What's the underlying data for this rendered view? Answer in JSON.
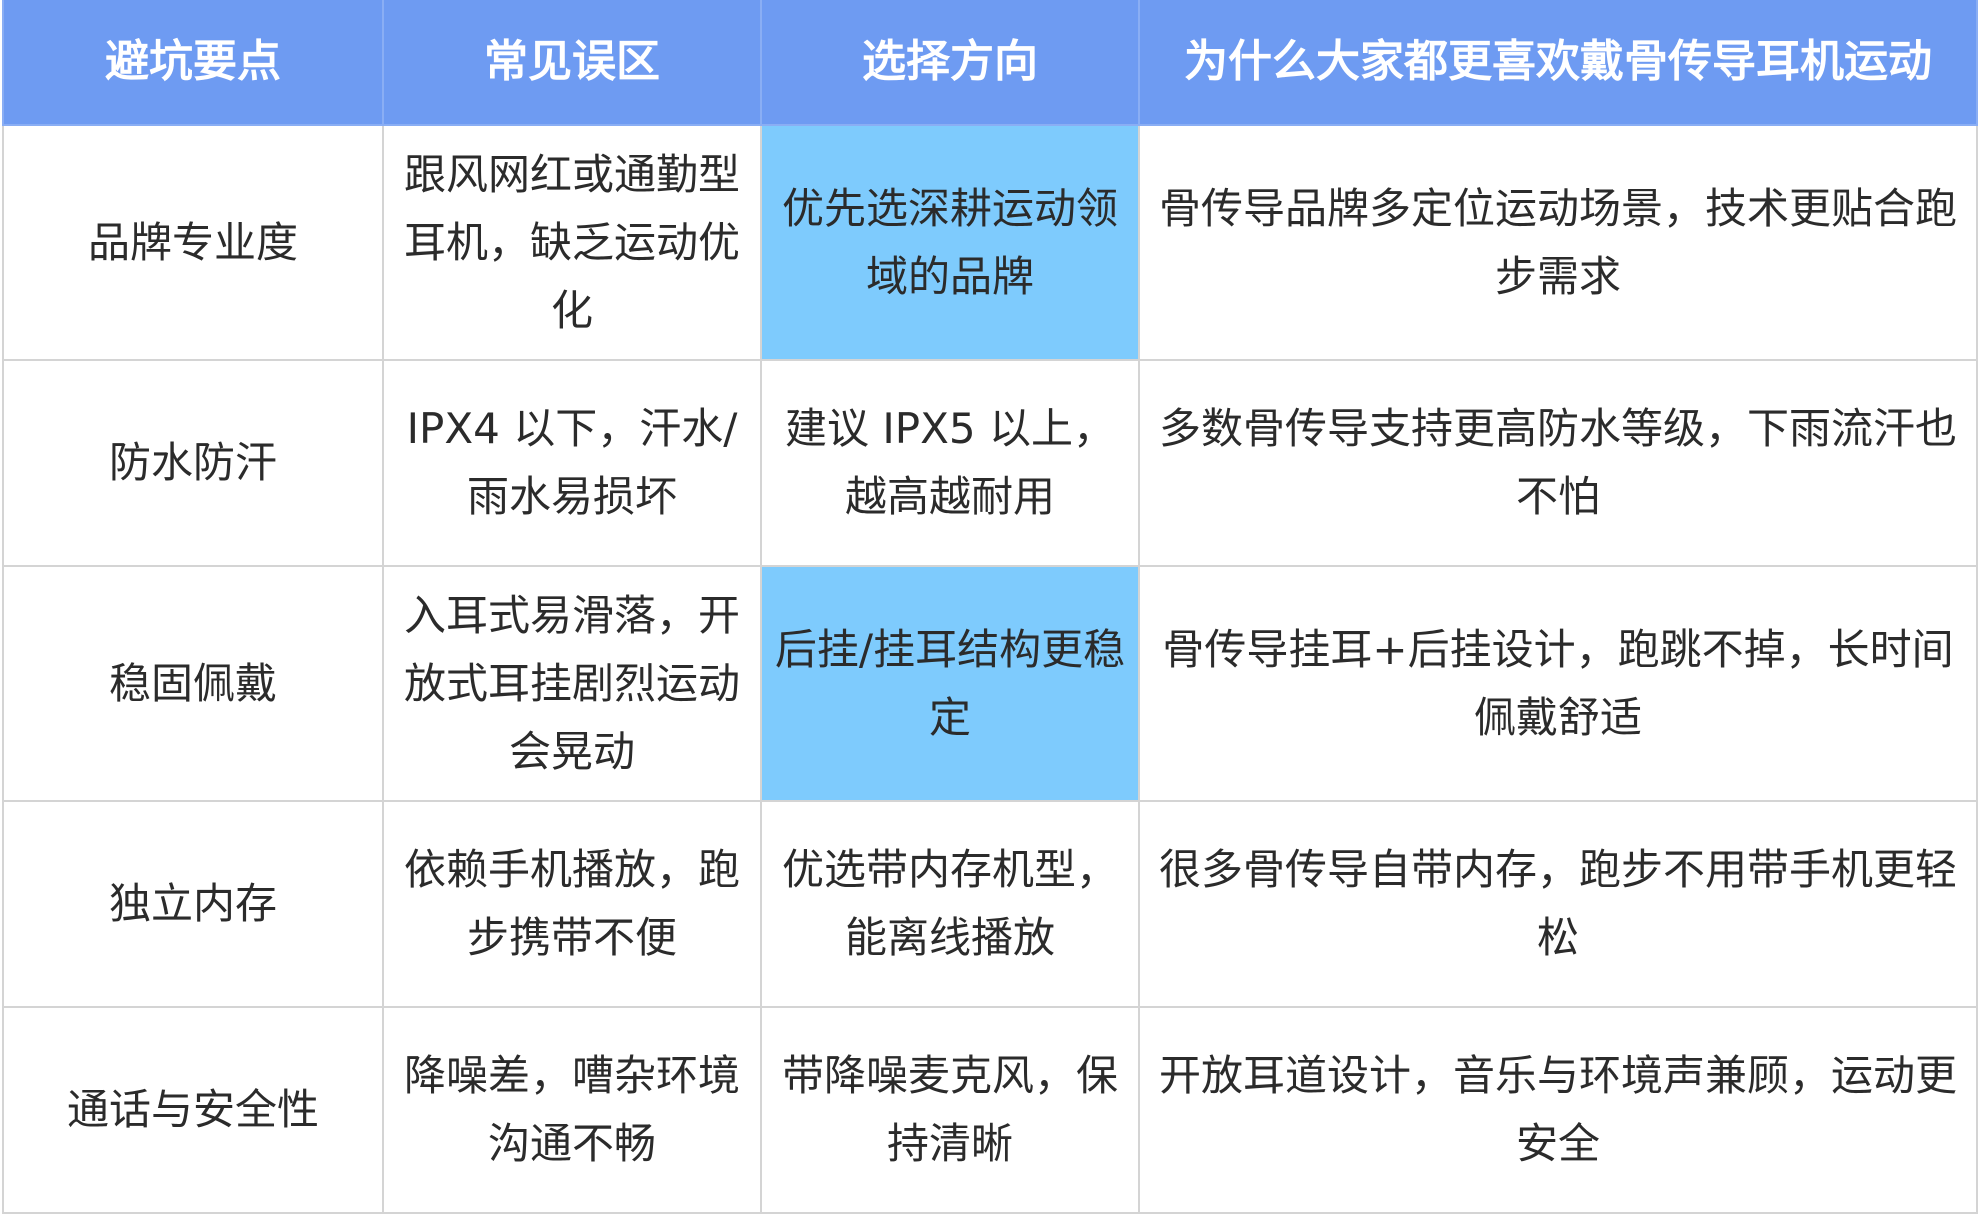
{
  "table": {
    "headers": [
      "避坑要点",
      "常见误区",
      "选择方向",
      "为什么大家都更喜欢戴骨传导耳机运动"
    ],
    "rows": [
      {
        "point": "品牌专业度",
        "mistake": "跟风网红或通勤型耳机，缺乏运动优化",
        "direction": "优先选深耕运动领域的品牌",
        "reason": "骨传导品牌多定位运动场景，技术更贴合跑步需求"
      },
      {
        "point": "防水防汗",
        "mistake": "IPX4 以下，汗水/雨水易损坏",
        "direction": "建议 IPX5 以上，越高越耐用",
        "reason": "多数骨传导支持更高防水等级，下雨流汗也不怕"
      },
      {
        "point": "稳固佩戴",
        "mistake": "入耳式易滑落，开放式耳挂剧烈运动会晃动",
        "direction": "后挂/挂耳结构更稳定",
        "reason": "骨传导挂耳+后挂设计，跑跳不掉，长时间佩戴舒适"
      },
      {
        "point": "独立内存",
        "mistake": "依赖手机播放，跑步携带不便",
        "direction": "优选带内存机型，能离线播放",
        "reason": "很多骨传导自带内存，跑步不用带手机更轻松"
      },
      {
        "point": "通话与安全性",
        "mistake": "降噪差，嘈杂环境沟通不畅",
        "direction": "带降噪麦克风，保持清晰",
        "reason": "开放耳道设计，音乐与环境声兼顾，运动更安全"
      }
    ]
  },
  "colors": {
    "header_bg": "#6e9bf2",
    "header_text": "#ffffff",
    "highlight_bg": "#7ecbfd",
    "border": "#d4d4d4",
    "body_text": "#2b2b2b"
  }
}
